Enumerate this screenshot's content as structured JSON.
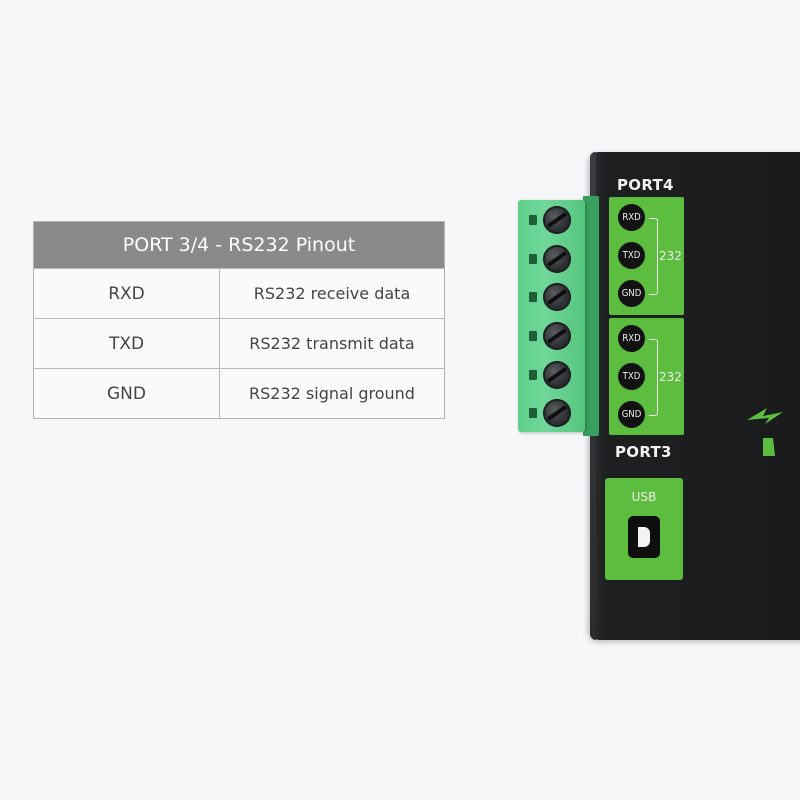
{
  "pinout_table": {
    "title": "PORT 3/4 - RS232 Pinout",
    "rows": [
      {
        "pin": "RXD",
        "description": "RS232 receive data"
      },
      {
        "pin": "TXD",
        "description": "RS232 transmit data"
      },
      {
        "pin": "GND",
        "description": "RS232 signal ground"
      }
    ]
  },
  "device": {
    "port4": {
      "label": "PORT4",
      "pins": [
        "RXD",
        "TXD",
        "GND"
      ],
      "bus": "232"
    },
    "port3": {
      "label": "PORT3",
      "pins": [
        "RXD",
        "TXD",
        "GND"
      ],
      "bus": "232"
    },
    "usb": {
      "label": "USB"
    },
    "colors": {
      "panel_green": "#5cbd3e",
      "terminal_green": "#6fd79a",
      "body": "#1d1f21"
    },
    "icons": [
      "screw-terminal-icon",
      "usb-port-icon",
      "brand-logo-icon"
    ]
  }
}
